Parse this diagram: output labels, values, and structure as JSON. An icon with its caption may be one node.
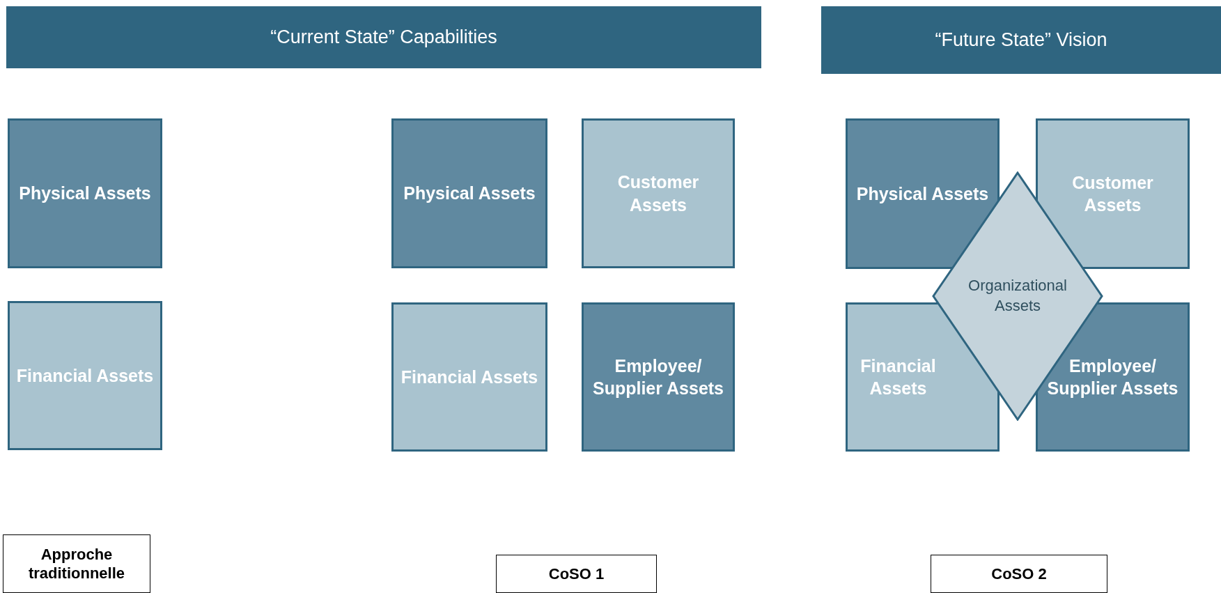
{
  "diagram": {
    "nodes": [
      {
        "text": [
          "“Current State” Capabilities"
        ]
      },
      {
        "text": [
          "Physical Assets"
        ]
      },
      {
        "text": [
          "Financial Assets"
        ]
      },
      {
        "text": [
          "Physical Assets"
        ]
      },
      {
        "text": [
          "Customer Assets"
        ]
      },
      {
        "text": [
          "Financial Assets"
        ]
      },
      {
        "text": [
          "Employee/ Supplier Assets"
        ]
      },
      {
        "text": [
          "“Future State” Vision"
        ]
      },
      {
        "text": [
          "Physical Assets"
        ]
      },
      {
        "text": [
          "Customer Assets"
        ]
      },
      {
        "text": [
          "Organizational Assets"
        ]
      },
      {
        "text": [
          "Financial Assets"
        ]
      },
      {
        "text": [
          "Employee/ Supplier Assets"
        ]
      },
      {
        "text": [
          "Approche traditionnelle"
        ]
      },
      {
        "text": [
          "CoSO 1"
        ]
      },
      {
        "text": [
          "CoSO 2"
        ]
      }
    ]
  }
}
